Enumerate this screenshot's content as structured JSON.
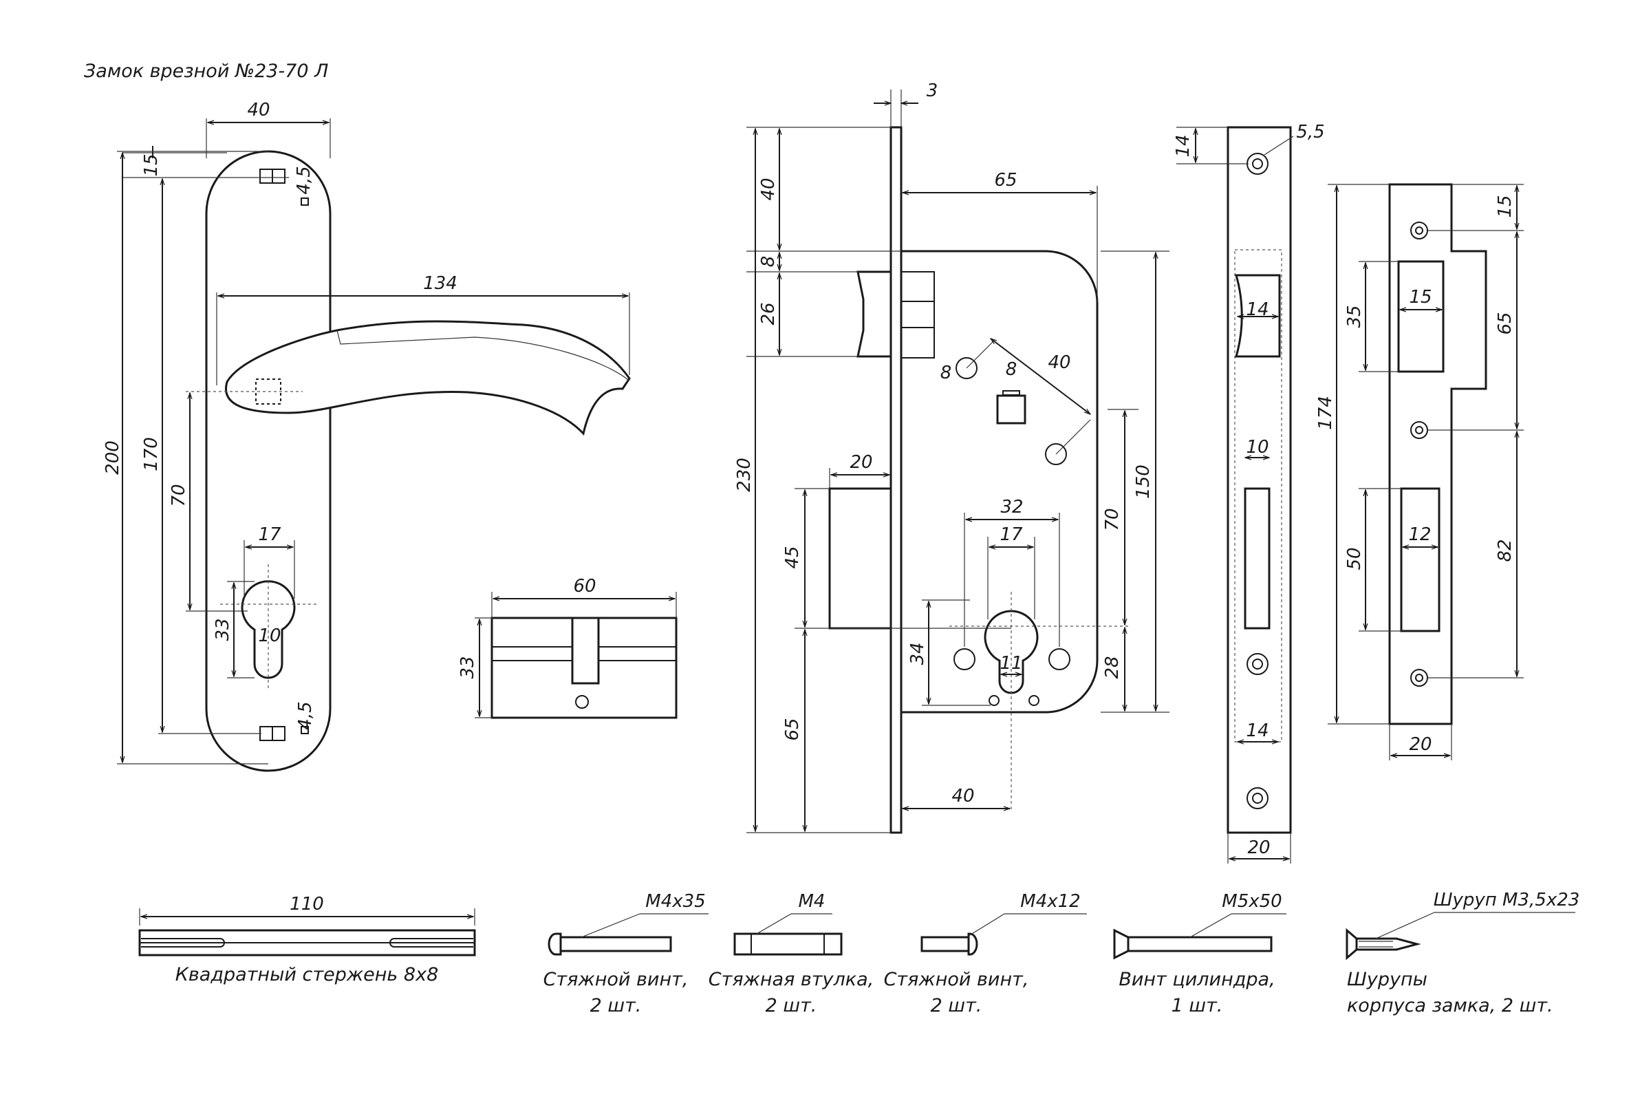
{
  "title": "Замок врезной №23-70 Л",
  "handle": {
    "width": "40",
    "screw_offset": "15",
    "hole": "4,5",
    "lever_length": "134",
    "height": "200",
    "screw_spacing": "170",
    "center_distance": "70",
    "cyl_width": "17",
    "cyl_height": "33",
    "cyl_slot": "10",
    "hole_bottom": "4,5"
  },
  "cylinder": {
    "length": "60",
    "height": "33"
  },
  "lock_body": {
    "faceplate_thickness": "3",
    "backset": "65",
    "top_offset": "40",
    "gap": "8",
    "latch_height": "26",
    "spindle_hole": "8",
    "spindle_size": "8",
    "pitch": "40",
    "bolt_width": "20",
    "total_height": "230",
    "bolt_height": "45",
    "bottom_offset": "65",
    "screw_spacing_32": "32",
    "cyl_width_17": "17",
    "center_distance_70": "70",
    "body_height_150": "150",
    "cyl_height_34": "34",
    "cyl_slot_11": "11",
    "bottom_28": "28",
    "backset_40": "40"
  },
  "faceplate": {
    "top_offset": "14",
    "hole": "5,5",
    "latch_width": "14",
    "bolt_width": "10",
    "bottom_width": "14",
    "width": "20"
  },
  "strike": {
    "height": "174",
    "top": "15",
    "upper_cut": "35",
    "upper_width": "15",
    "upper_spacing": "65",
    "lower_cut": "50",
    "lower_width": "12",
    "lower_spacing": "82",
    "width": "20"
  },
  "parts": [
    {
      "size": "110",
      "caption_lines": [
        "Квадратный стержень 8x8"
      ]
    },
    {
      "size": "M4x35",
      "caption_lines": [
        "Стяжной винт,",
        "2 шт."
      ]
    },
    {
      "size": "M4",
      "caption_lines": [
        "Стяжная втулка,",
        "2 шт."
      ]
    },
    {
      "size": "M4x12",
      "caption_lines": [
        "Стяжной винт,",
        "2 шт."
      ]
    },
    {
      "size": "M5x50",
      "caption_lines": [
        "Винт цилиндра,",
        "1 шт."
      ]
    },
    {
      "size": "Шуруп M3,5x23",
      "caption_lines": [
        "Шурупы",
        "корпуса замка, 2 шт."
      ]
    }
  ]
}
